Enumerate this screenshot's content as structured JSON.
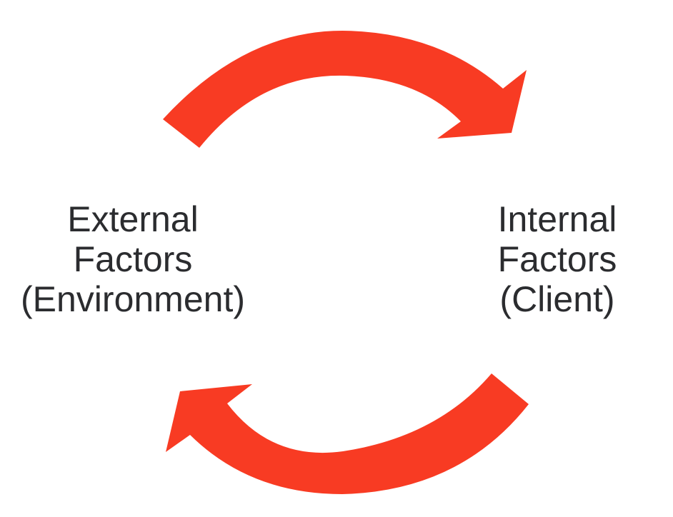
{
  "diagram": {
    "external": {
      "line1": "External",
      "line2": "Factors",
      "line3": "(Environment)"
    },
    "internal": {
      "line1": "Internal",
      "line2": "Factors",
      "line3": "(Client)"
    }
  },
  "colors": {
    "arrow": "#f83b23",
    "text": "#2b2c2f",
    "background": "#ffffff"
  },
  "icons": {
    "top_arrow": "curved-arrow-right-icon",
    "bottom_arrow": "curved-arrow-left-icon"
  }
}
